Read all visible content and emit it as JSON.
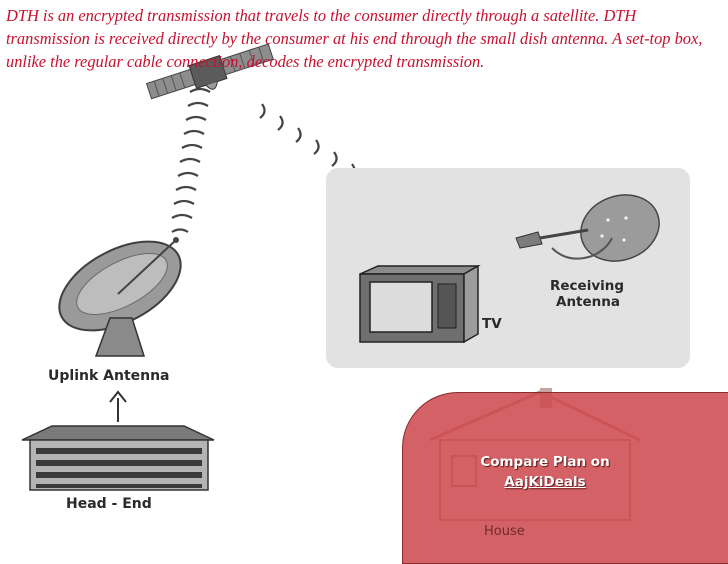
{
  "description": "DTH is an encrypted transmission that travels to the consumer directly through a satellite. DTH transmission is received directly by the consumer at his end through the small dish antenna. A set-top box, unlike the regular cable connection, decodes the encrypted transmission.",
  "diagram": {
    "uplink_label": "Uplink Antenna",
    "headend_label": "Head - End",
    "tv_label": "TV",
    "receiving_label_line1": "Receiving",
    "receiving_label_line2": "Antenna",
    "house_label": "House"
  },
  "cta": {
    "line1": "Compare Plan   on",
    "line2": "AajKiDeals"
  },
  "colors": {
    "text_red": "#c8102e",
    "cta_fill": "#cd4b50",
    "panel_gray": "#e2e2e2"
  }
}
